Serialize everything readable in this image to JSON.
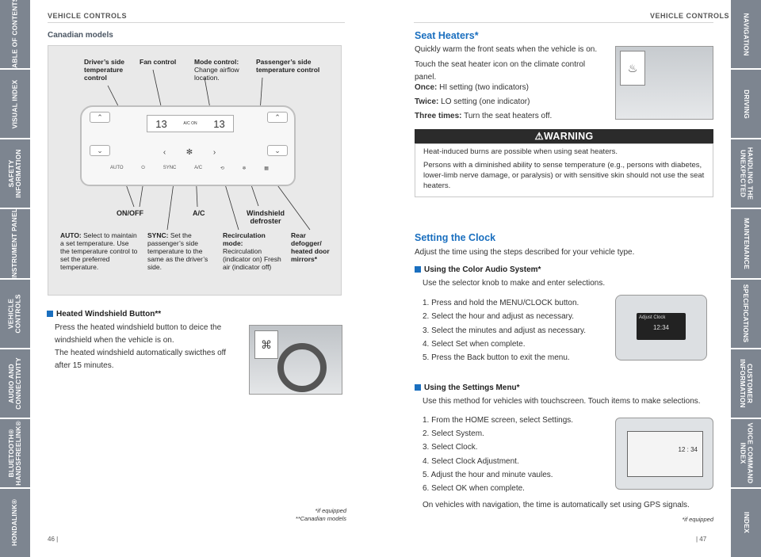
{
  "left_tabs": [
    "TABLE OF CONTENTS",
    "VISUAL INDEX",
    "SAFETY\nINFORMATION",
    "INSTRUMENT PANEL",
    "VEHICLE\nCONTROLS",
    "AUDIO AND\nCONNECTIVITY",
    "BLUETOOTH®\nHANDSFREELINK®",
    "HONDALINK®"
  ],
  "right_tabs": [
    "NAVIGATION",
    "DRIVING",
    "HANDLING THE\nUNEXPECTED",
    "MAINTENANCE",
    "SPECIFICATIONS",
    "CUSTOMER\nINFORMATION",
    "VOICE COMMAND\nINDEX",
    "INDEX"
  ],
  "header_left": "VEHICLE CONTROLS",
  "header_right": "VEHICLE CONTROLS",
  "subtitle": "Canadian models",
  "callouts": {
    "driver": "Driver’s side temperature control",
    "fan": "Fan control",
    "mode_title": "Mode control:",
    "mode_text": "Change airflow location.",
    "pass": "Passenger’s side temperature control",
    "onoff": "ON/OFF",
    "ac": "A/C",
    "wind": "Windshield defroster",
    "auto_title": "AUTO:",
    "auto_text": "Select to maintain a set temperature. Use the temperature control to set the preferred temperature.",
    "sync_title": "SYNC:",
    "sync_text": "Set the passenger’s side temperature to the same as the driver’s side.",
    "recirc_title": "Recirculation mode:",
    "recirc_text": "Recirculation (indicator on) Fresh air (indicator off)",
    "rear": "Rear defogger/ heated door mirrors*"
  },
  "panel": {
    "temp_left": "13",
    "temp_right": "13",
    "ac_on": "A/C ON",
    "btn_auto": "AUTO",
    "btn_sync": "SYNC",
    "btn_ac": "A/C"
  },
  "heated": {
    "title": "Heated Windshield Button**",
    "p1": "Press the heated windshield button to deice the windshield when the vehicle is on.",
    "p2": "The heated windshield automatically swicthes off after 15 minutes."
  },
  "left_foot1": "*if equipped",
  "left_foot2": "**Canadian models",
  "seat": {
    "title": "Seat Heaters*",
    "p1": "Quickly warm the front seats when the vehicle is on.",
    "p2": "Touch the seat heater icon on the climate control panel.",
    "once_l": "Once:",
    "once": "HI setting (two indicators)",
    "twice_l": "Twice:",
    "twice": "LO setting (one indicator)",
    "three_l": "Three times:",
    "three": "Turn the seat heaters off."
  },
  "warning": {
    "title": "WARNING",
    "p1": "Heat-induced burns are possible when using seat heaters.",
    "p2": "Persons with a diminished ability to sense temperature (e.g., persons with diabetes, lower-limb nerve damage, or paralysis) or with sensitive skin should not use the seat heaters."
  },
  "clock": {
    "title": "Setting the Clock",
    "intro": "Adjust the time using the steps described for your vehicle type.",
    "color_title": "Using the Color Audio System*",
    "color_intro": "Use the selector knob to make and enter selections.",
    "color_steps": [
      "1.  Press and hold the MENU/CLOCK button.",
      "2.  Select the hour and adjust as necessary.",
      "3.  Select the minutes and adjust as necessary.",
      "4.  Select Set when complete.",
      "5.  Press the Back button to exit the menu."
    ],
    "menu_title": "Using the Settings Menu*",
    "menu_intro": "Use this method for vehicles with touchscreen. Touch items to make selections.",
    "menu_steps": [
      "1.  From the HOME screen, select Settings.",
      "2.  Select System.",
      "3.  Select Clock.",
      "4.  Select Clock Adjustment.",
      "5.  Adjust the hour and minute vaules.",
      "6.  Select OK when complete."
    ],
    "nav_note": "On vehicles with navigation, the time is automatically set using GPS signals.",
    "audio_label": "Adjust Clock",
    "audio_time": "12:34",
    "touch_time": "12 : 34"
  },
  "right_foot": "*if equipped",
  "page_left": "46   |",
  "page_right": "|   47"
}
